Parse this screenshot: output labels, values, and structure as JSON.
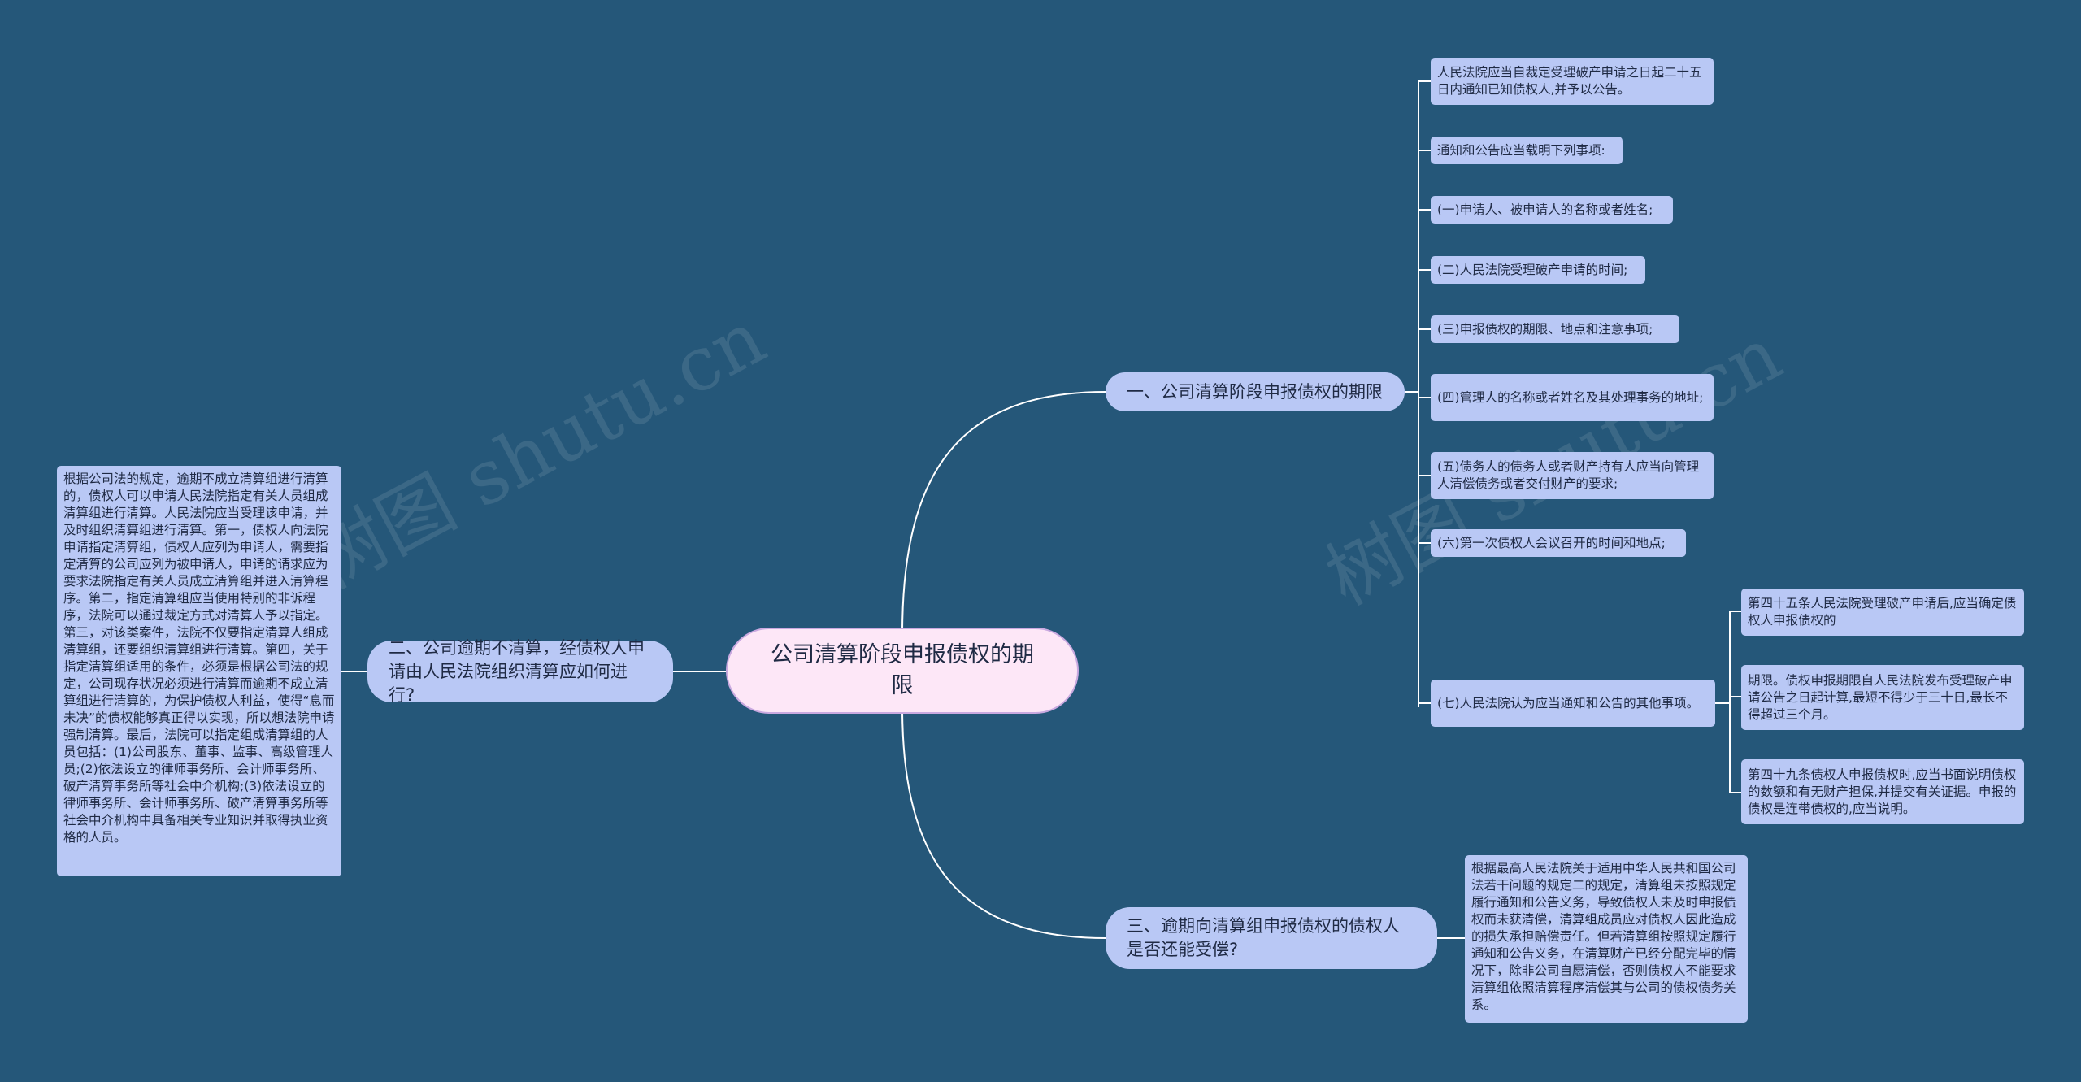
{
  "root": {
    "title": "公司清算阶段申报债权的期限"
  },
  "branches": {
    "b1": {
      "label": "一、公司清算阶段申报债权的期限"
    },
    "b2": {
      "label": "二、公司逾期不清算，经债权人申请由人民法院组织清算应如何进行?"
    },
    "b3": {
      "label": "三、逾期向清算组申报债权的债权人是否还能受偿?"
    }
  },
  "b1_items": [
    "人民法院应当自裁定受理破产申请之日起二十五日内通知已知债权人,并予以公告。",
    "通知和公告应当载明下列事项:",
    "(一)申请人、被申请人的名称或者姓名;",
    "(二)人民法院受理破产申请的时间;",
    "(三)申报债权的期限、地点和注意事项;",
    "(四)管理人的名称或者姓名及其处理事务的地址;",
    "(五)债务人的债务人或者财产持有人应当向管理人清偿债务或者交付财产的要求;",
    "(六)第一次债权人会议召开的时间和地点;",
    "(七)人民法院认为应当通知和公告的其他事项。"
  ],
  "b1_sub": [
    "第四十五条人民法院受理破产申请后,应当确定债权人申报债权的",
    "期限。债权申报期限自人民法院发布受理破产申请公告之日起计算,最短不得少于三十日,最长不得超过三个月。",
    "第四十九条债权人申报债权时,应当书面说明债权的数额和有无财产担保,并提交有关证据。申报的债权是连带债权的,应当说明。"
  ],
  "b2_text": "根据公司法的规定，逾期不成立清算组进行清算的，债权人可以申请人民法院指定有关人员组成清算组进行清算。人民法院应当受理该申请，并及时组织清算组进行清算。第一，债权人向法院申请指定清算组，债权人应列为申请人，需要指定清算的公司应列为被申请人，申请的请求应为要求法院指定有关人员成立清算组并进入清算程序。第二，指定清算组应当使用特别的非诉程序，法院可以通过裁定方式对清算人予以指定。第三，对该类案件，法院不仅要指定清算人组成清算组，还要组织清算组进行清算。第四，关于指定清算组适用的条件，必须是根据公司法的规定，公司现存状况必须进行清算而逾期不成立清算组进行清算的，为保护债权人利益，使得“息而未决”的债权能够真正得以实现，所以想法院申请强制清算。最后，法院可以指定组成清算组的人员包括：(1)公司股东、董事、监事、高级管理人员;(2)依法设立的律师事务所、会计师事务所、破产清算事务所等社会中介机构;(3)依法设立的律师事务所、会计师事务所、破产清算事务所等社会中介机构中具备相关专业知识并取得执业资格的人员。",
  "b3_text": "根据最高人民法院关于适用中华人民共和国公司法若干问题的规定二的规定，清算组未按照规定履行通知和公告义务，导致债权人未及时申报债权而未获清偿，清算组成员应对债权人因此造成的损失承担赔偿责任。但若清算组按照规定履行通知和公告义务，在清算财产已经分配完毕的情况下，除非公司自愿清偿，否则债权人不能要求清算组依照清算程序清偿其与公司的债权债务关系。",
  "watermarks": [
    "树图 shutu.cn",
    "树图 shutu.cn"
  ]
}
